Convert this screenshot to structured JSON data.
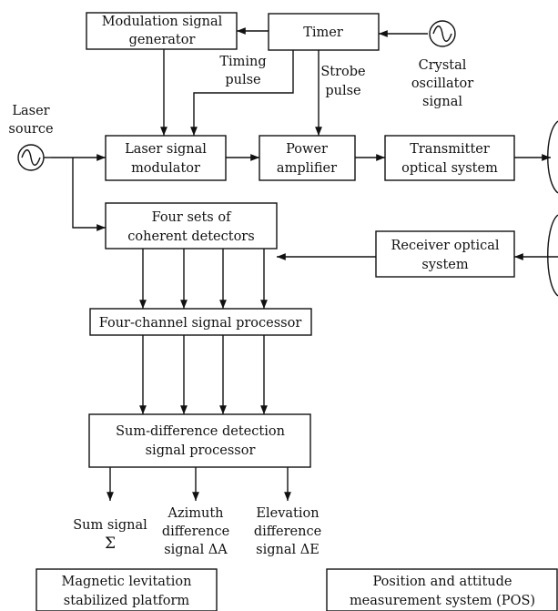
{
  "blocks": {
    "modulation_generator": [
      "Modulation signal",
      "generator"
    ],
    "timer": [
      "Timer"
    ],
    "laser_modulator": [
      "Laser signal",
      "modulator"
    ],
    "power_amplifier": [
      "Power",
      "amplifier"
    ],
    "transmitter_optics": [
      "Transmitter",
      "optical system"
    ],
    "coherent_detectors": [
      "Four sets of",
      "coherent detectors"
    ],
    "receiver_optics": [
      "Receiver optical",
      "system"
    ],
    "four_channel_processor": [
      "Four-channel signal processor"
    ],
    "sum_difference_processor": [
      "Sum-difference detection",
      "signal processor"
    ],
    "maglev_platform": [
      "Magnetic levitation",
      "stabilized platform"
    ],
    "pos_system": [
      "Position and attitude",
      "measurement system (POS)"
    ]
  },
  "labels": {
    "timing_pulse": [
      "Timing",
      "pulse"
    ],
    "strobe_pulse": [
      "Strobe",
      "pulse"
    ],
    "crystal_oscillator": [
      "Crystal",
      "oscillator",
      "signal"
    ],
    "laser_source": [
      "Laser",
      "source"
    ]
  },
  "outputs": {
    "sum": [
      "Sum signal",
      "Σ"
    ],
    "azimuth": [
      "Azimuth",
      "difference",
      "signal ΔA"
    ],
    "elevation": [
      "Elevation",
      "difference",
      "signal ΔE"
    ]
  },
  "icons": {
    "laser_source": "sine-wave-source-icon",
    "crystal_oscillator": "sine-wave-source-icon",
    "transmit_aperture": "lens-icon",
    "receive_aperture": "lens-icon"
  }
}
